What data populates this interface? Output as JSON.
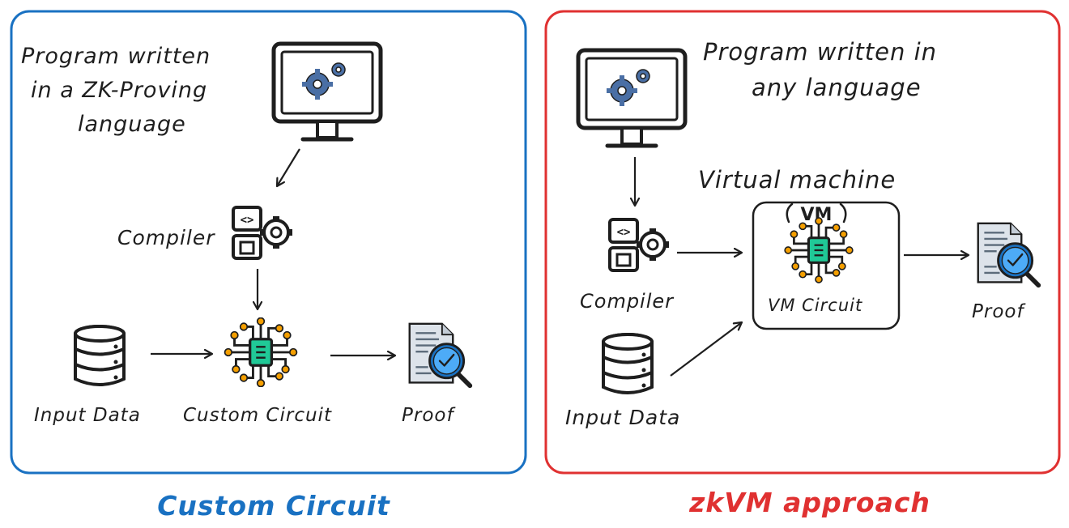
{
  "left_panel": {
    "caption": "Custom Circuit",
    "program_lines": [
      "Program written",
      "in a ZK-Proving",
      "language"
    ],
    "compiler_label": "Compiler",
    "input_label": "Input Data",
    "circuit_label": "Custom Circuit",
    "proof_label": "Proof"
  },
  "right_panel": {
    "caption": "zkVM approach",
    "program_lines": [
      "Program written in",
      "any language"
    ],
    "vm_title": "Virtual machine",
    "vm_tag": "VM",
    "vm_circuit_label": "VM Circuit",
    "compiler_label": "Compiler",
    "input_label": "Input Data",
    "proof_label": "Proof"
  },
  "colors": {
    "left_border": "#1971c2",
    "right_border": "#e03131",
    "left_caption": "#1971c2",
    "right_caption": "#e03131",
    "gear_fill": "#4a6fa5",
    "chip_fill": "#20c997",
    "node_fill": "#f59f00",
    "magnifier_fill": "#1971c2",
    "doc_fill": "#dde3ea"
  },
  "icons": [
    "monitor-gear-icon",
    "compiler-icon",
    "database-icon",
    "circuit-chip-icon",
    "proof-document-icon"
  ]
}
